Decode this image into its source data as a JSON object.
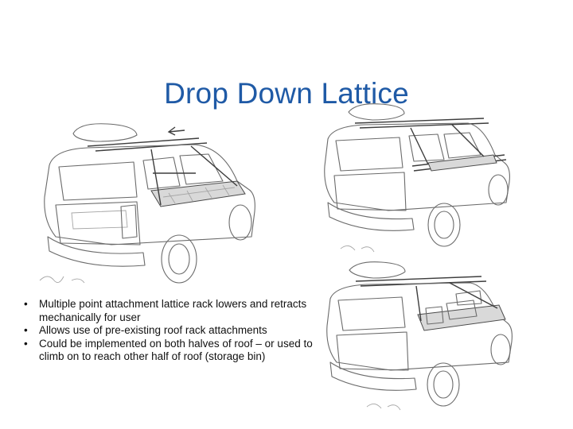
{
  "slide": {
    "title": "Drop Down Lattice",
    "bullets": [
      "Multiple point attachment lattice rack lowers and retracts mechanically for user",
      "Allows use of pre-existing roof rack attachments",
      "Could be implemented on both halves of roof – or used to climb on to reach other half of roof (storage bin)"
    ],
    "bullet_symbol": "•"
  },
  "colors": {
    "title": "#1f5aa6",
    "text": "#111111",
    "sketch_line": "#6b6b6b"
  },
  "illustrations": [
    "suv-sketch-lattice-lowered",
    "suv-sketch-skis-on-lattice",
    "suv-sketch-storage-on-lattice"
  ]
}
